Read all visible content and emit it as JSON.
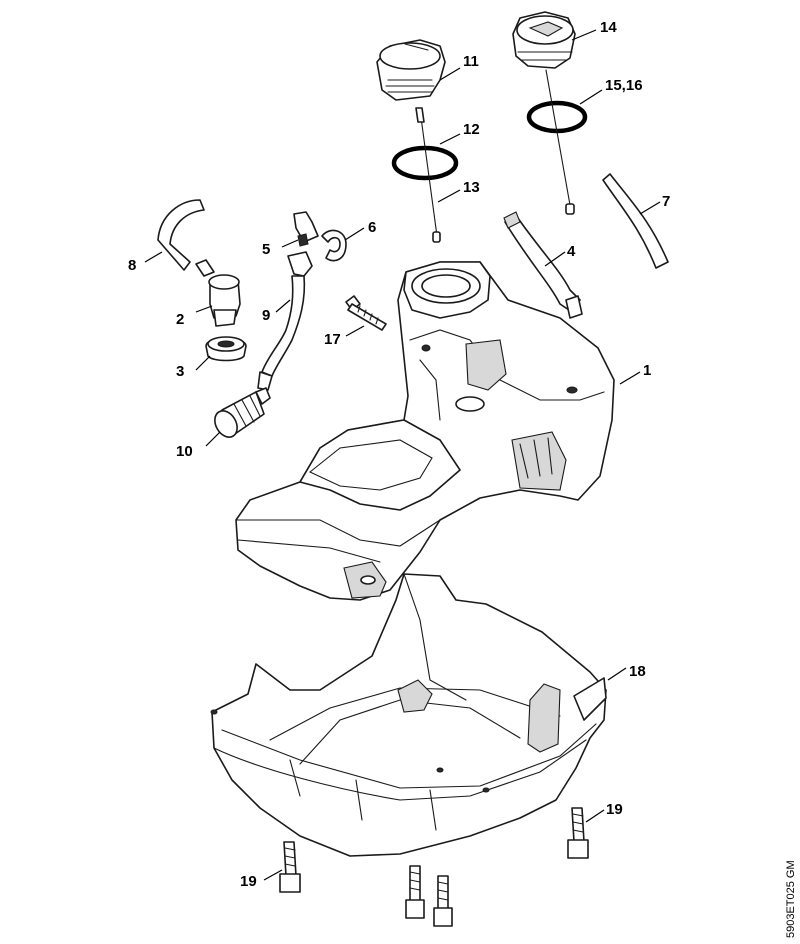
{
  "diagram": {
    "callouts": {
      "c1": "1",
      "c2": "2",
      "c3": "3",
      "c4": "4",
      "c5": "5",
      "c6": "6",
      "c7": "7",
      "c8": "8",
      "c9": "9",
      "c10": "10",
      "c11": "11",
      "c12": "12",
      "c13": "13",
      "c14": "14",
      "c1516": "15,16",
      "c17": "17",
      "c18": "18",
      "c19a": "19",
      "c19b": "19"
    },
    "drawing_code": "5903ET025 GM"
  }
}
